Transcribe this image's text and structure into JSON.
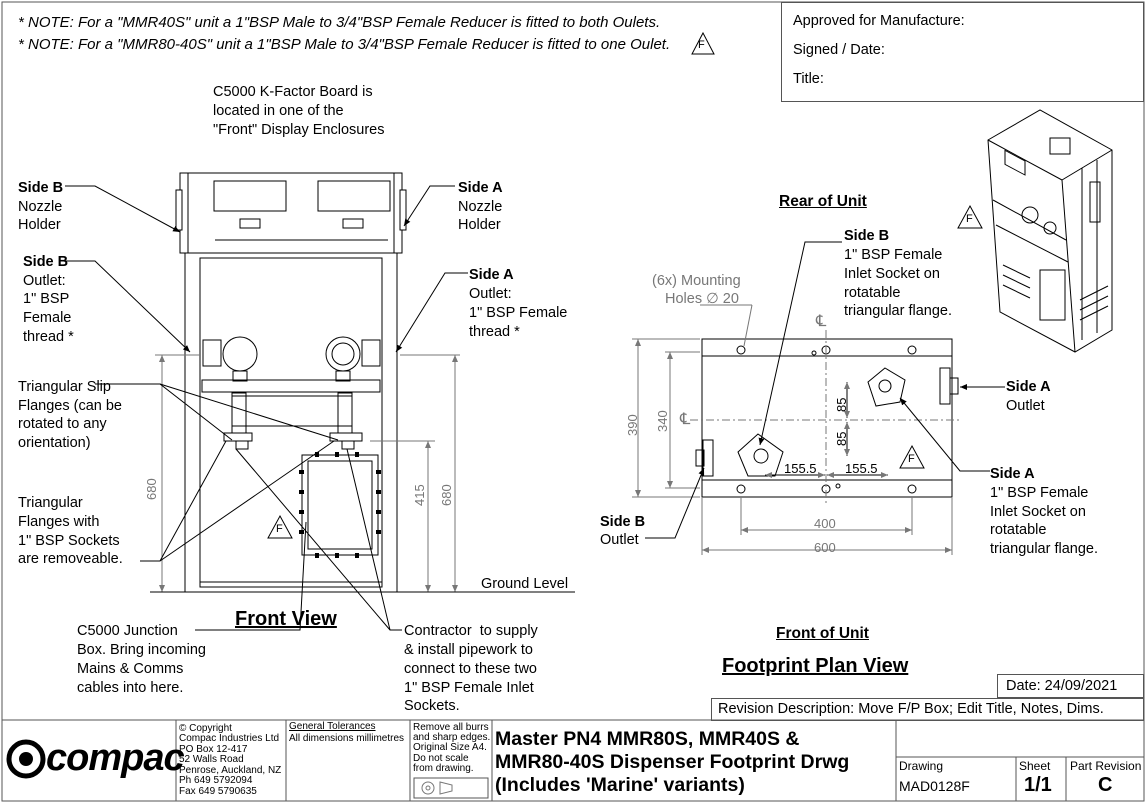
{
  "notes": {
    "n1": "* NOTE: For a \"MMR40S\" unit a 1\"BSP Male to 3/4\"BSP Female Reducer is fitted to both Oulets.",
    "n2": "* NOTE: For a \"MMR80-40S\" unit a 1\"BSP Male to 3/4\"BSP Female Reducer is fitted to one Oulet."
  },
  "approval": {
    "approved": "Approved for Manufacture:",
    "signed": "Signed / Date:",
    "title": "Title:"
  },
  "front_view": {
    "heading": "Front View",
    "kfactor": [
      "C5000 K-Factor Board is",
      "located in one of the",
      "\"Front\" Display Enclosures"
    ],
    "side_b_nozzle": {
      "title": "Side B",
      "lines": [
        "Nozzle",
        "Holder"
      ]
    },
    "side_a_nozzle": {
      "title": "Side A",
      "lines": [
        "Nozzle",
        "Holder"
      ]
    },
    "side_b_outlet": {
      "title": "Side B",
      "lines": [
        "Outlet:",
        "1\" BSP",
        "Female",
        "thread *"
      ]
    },
    "side_a_outlet": {
      "title": "Side A",
      "lines": [
        "Outlet:",
        "1\" BSP Female",
        "thread *"
      ]
    },
    "slip_flanges": [
      "Triangular Slip",
      "Flanges (can be",
      "rotated to any",
      "orientation)"
    ],
    "tri_flanges": [
      "Triangular",
      "Flanges with",
      "1\" BSP Sockets",
      "are removeable."
    ],
    "junction": [
      "C5000 Junction",
      "Box. Bring incoming",
      "Mains & Comms",
      "cables into here."
    ],
    "contractor": [
      "Contractor  to supply",
      "& install pipework to",
      "connect to these two",
      "1\" BSP Female Inlet",
      "Sockets."
    ],
    "ground": "Ground Level",
    "dims": {
      "d680_left": "680",
      "d415": "415",
      "d680_right": "680"
    }
  },
  "plan_view": {
    "heading": "Footprint Plan View",
    "rear": "Rear of Unit",
    "front": "Front of Unit",
    "mounting": [
      "(6x) Mounting",
      "Holes ∅ 20"
    ],
    "side_b_inlet": {
      "title": "Side B",
      "lines": [
        "1\" BSP Female",
        "Inlet Socket on",
        "rotatable",
        "triangular flange."
      ]
    },
    "side_a_inlet": {
      "title": "Side A",
      "lines": [
        "1\" BSP Female",
        "Inlet Socket on",
        "rotatable",
        "triangular flange."
      ]
    },
    "side_a_outlet": {
      "title": "Side A",
      "lines": [
        "Outlet"
      ]
    },
    "side_b_outlet": {
      "title": "Side B",
      "lines": [
        "Outlet"
      ]
    },
    "dims": {
      "d390": "390",
      "d340": "340",
      "d85a": "85",
      "d85b": "85",
      "d155a": "155.5",
      "d155b": "155.5",
      "d400": "400",
      "d600": "600"
    },
    "centerline": "℄"
  },
  "f_symbol": "F",
  "revision": {
    "date": "Date: 24/09/2021",
    "description": "Revision Description: Move F/P Box; Edit Title, Notes, Dims."
  },
  "title_block": {
    "logo": "compac",
    "company": [
      "© Copyright",
      "Compac Industries Ltd",
      "PO Box 12-417",
      "52 Walls Road",
      "Penrose, Auckland, NZ",
      "Ph 649 5792094",
      "Fax 649 5790635"
    ],
    "tolerances_title": "General Tolerances",
    "tolerances_text": "All dimensions millimetres",
    "burrs": [
      "Remove all burrs",
      "and sharp edges.",
      "Original Size A4.",
      "Do not scale",
      "from drawing."
    ],
    "title": [
      "Master PN4 MMR80S, MMR40S &",
      "MMR80-40S Dispenser Footprint Drwg",
      "(Includes 'Marine' variants)"
    ],
    "drawing_label": "Drawing",
    "drawing_no": "MAD0128F",
    "sheet_label": "Sheet",
    "sheet_value": "1/1",
    "revision_label": "Part Revision",
    "revision_value": "C"
  },
  "colors": {
    "line": "#000000",
    "dim": "#777777"
  }
}
